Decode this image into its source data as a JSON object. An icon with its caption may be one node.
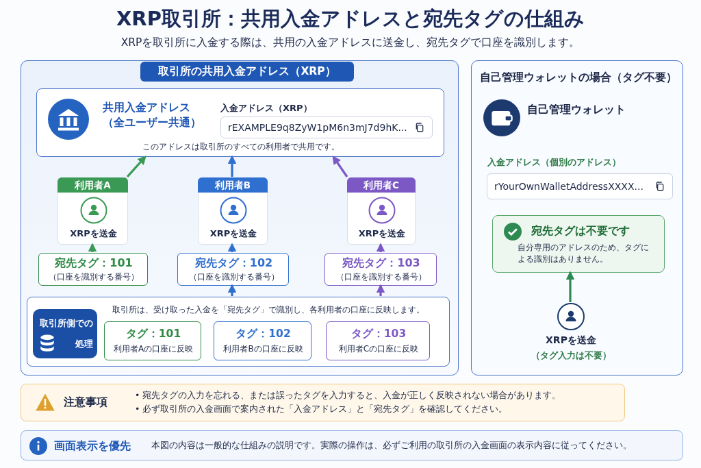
{
  "diagram": {
    "title": "XRP取引所：共用入金アドレスと宛先タグの仕組み",
    "nodes": [
      {
        "text": [
          "取引所の共用入金アドレス（XRP）"
        ]
      },
      {
        "text": [
          "共用入金アドレス（全ユーザー共通）",
          "入金アドレス（XRP）",
          "このアドレスは取引所のすべての利用者で共用です。"
        ],
        "in": 0
      },
      {
        "text": [
          "rEXAMPLE9q8ZyW1pM6n3mJ7d9hK..."
        ],
        "in": 1
      },
      {
        "text": [
          "利用者A",
          "XRPを送金"
        ],
        "in": 0
      },
      {
        "text": [
          "利用者B",
          "XRPを送金"
        ],
        "in": 0
      },
      {
        "text": [
          "利用者C",
          "XRPを送金"
        ],
        "in": 0
      },
      {
        "text": [
          "宛先タグ：101",
          "（口座を識別する番号）"
        ],
        "in": 0
      },
      {
        "text": [
          "宛先タグ：102",
          "（口座を識別する番号）"
        ],
        "in": 0
      },
      {
        "text": [
          "宛先タグ：103",
          "（口座を識別する番号）"
        ],
        "in": 0
      },
      {
        "text": [
          "取引所は、受け取った入金を「宛先タグ」で識別し、各利用者の口座に反映します。"
        ],
        "in": 0
      },
      {
        "text": [
          "取引所側での処理"
        ],
        "in": 9
      },
      {
        "text": [
          "タグ：101",
          "利用者Aの口座に反映"
        ],
        "in": 9
      },
      {
        "text": [
          "タグ：102",
          "利用者Bの口座に反映"
        ],
        "in": 9
      },
      {
        "text": [
          "タグ：103",
          "利用者Cの口座に反映"
        ],
        "in": 9
      },
      {
        "text": [
          "自己管理ウォレットの場合（タグ不要）"
        ]
      },
      {
        "text": [
          "rYourOwnWalletAddressXXXX..."
        ],
        "in": 14
      },
      {
        "text": [
          "宛先タグは不要です",
          "自分専用のアドレスのため、タグによる識別はありません。"
        ],
        "in": 14
      },
      {
        "text": [],
        "shape": "person",
        "in": 14,
        "beside": [
          "XRPを送金",
          "（タグ入力は不要）"
        ]
      },
      {
        "text": [
          "注意事項",
          "• 宛先タグの入力を忘れる、または誤ったタグを入力すると、入金が正しく反映されない場合があります。",
          "• 必ず取引所の入金画面で案内された「入金アドレス」と「宛先タグ」を確認してください。"
        ]
      },
      {
        "text": [
          "画面表示を優先",
          "本図の内容は一般的な仕組みの説明です。実際の操作は、必ずご利用の取引所の入金画面の表示内容に従ってください。"
        ]
      }
    ],
    "edges": [
      {
        "from": 6,
        "to": 3,
        "arrow": "to",
        "color": "#3a9a55"
      },
      {
        "from": 7,
        "to": 4,
        "arrow": "to",
        "color": "#2f6fd0"
      },
      {
        "from": 8,
        "to": 5,
        "arrow": "to",
        "color": "#7b58c4"
      },
      {
        "from": 3,
        "to": 1,
        "arrow": "to",
        "color": "#3a9a55"
      },
      {
        "from": 4,
        "to": 1,
        "arrow": "to",
        "color": "#2f6fd0"
      },
      {
        "from": 5,
        "to": 1,
        "arrow": "to",
        "color": "#7b58c4"
      },
      {
        "from": 9,
        "to": 7,
        "arrow": "to",
        "color": "#2f6fd0"
      },
      {
        "from": 9,
        "to": 8,
        "arrow": "to",
        "color": "#7b58c4"
      },
      {
        "from": 17,
        "to": 16,
        "arrow": "to",
        "color": "#2e8a50"
      }
    ],
    "labels": [
      "XRPを取引所に入金する際は、共用の入金アドレスに送金し、宛先タグで口座を識別します。",
      "自己管理ウォレット",
      "入金アドレス（個別のアドレス）"
    ]
  }
}
